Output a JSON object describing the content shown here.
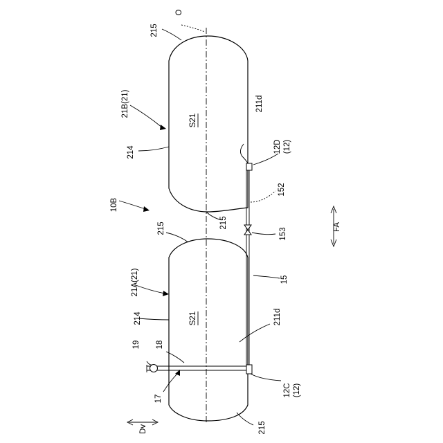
{
  "labels": {
    "axis_o": "O",
    "fig": "10B",
    "tank_b": "21B(21)",
    "tank_a": "21A(21)",
    "s21_b": "S21",
    "s21_a": "S21",
    "w214_b": "214",
    "w214_a": "214",
    "w215_b_top": "215",
    "w215_b_bottom": "215",
    "w215_a_top": "215",
    "w215_a_bottom": "215",
    "p211d_b": "211d",
    "p211d_a": "211d",
    "port_12d": "12D",
    "port_12d_sub": "(12)",
    "port_12c": "12C",
    "port_12c_sub": "(12)",
    "pipe_152": "152",
    "valve_153": "153",
    "pipe_15": "15",
    "pipe_18": "18",
    "valve_19": "19",
    "p17": "17",
    "dir_fa": "FA",
    "dir_dv": "Dv"
  }
}
